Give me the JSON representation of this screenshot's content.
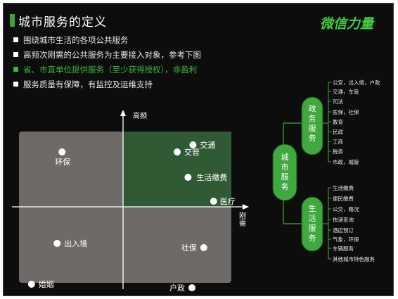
{
  "header": {
    "title": "城市服务的定义",
    "brand": "微信力量"
  },
  "bullets": [
    {
      "text": "围绕城市生活的各项公共服务",
      "highlight": false
    },
    {
      "text": "高频次刚需的公共服务为主要接入对象，参考下图",
      "highlight": false
    },
    {
      "text": "省、市直单位提供服务（至少获得授权），非盈利",
      "highlight": true
    },
    {
      "text": "服务质量有保障，有监控及运维支持",
      "highlight": false
    }
  ],
  "quadrant": {
    "y_axis_label": "高频",
    "x_axis_label": "刚需",
    "colors": {
      "gray_panel": "#6e6a68",
      "green_panel": "#2f5a33",
      "axis": "#ffffff"
    },
    "points": [
      {
        "label": "交通",
        "x": 0.71,
        "y": 0.88
      },
      {
        "label": "交管",
        "x": 0.55,
        "y": 0.78
      },
      {
        "label": "环保",
        "x": -0.62,
        "y": 0.78
      },
      {
        "label": "生活缴费",
        "x": 0.66,
        "y": 0.42
      },
      {
        "label": "医疗",
        "x": 0.92,
        "y": 0.08
      },
      {
        "label": "出入境",
        "x": -0.67,
        "y": -0.52
      },
      {
        "label": "社保",
        "x": 0.82,
        "y": -0.58
      },
      {
        "label": "婚姻",
        "x": -0.93,
        "y": -1.1
      },
      {
        "label": "户政",
        "x": 0.7,
        "y": -1.15
      }
    ]
  },
  "tree": {
    "root": "城市服务",
    "branches": [
      {
        "label": "政务服务",
        "items": [
          "公安，出入境，户政",
          "交通，车管",
          "司法",
          "医保，社保",
          "教育",
          "民政",
          "工商",
          "税务",
          "市政，城管"
        ]
      },
      {
        "label": "生活服务",
        "items": [
          "生活缴费",
          "便民缴费",
          "公交，路况",
          "快递查询",
          "酒店预订",
          "气象，环保",
          "车辆服务",
          "其他城市特色服务"
        ]
      }
    ]
  }
}
